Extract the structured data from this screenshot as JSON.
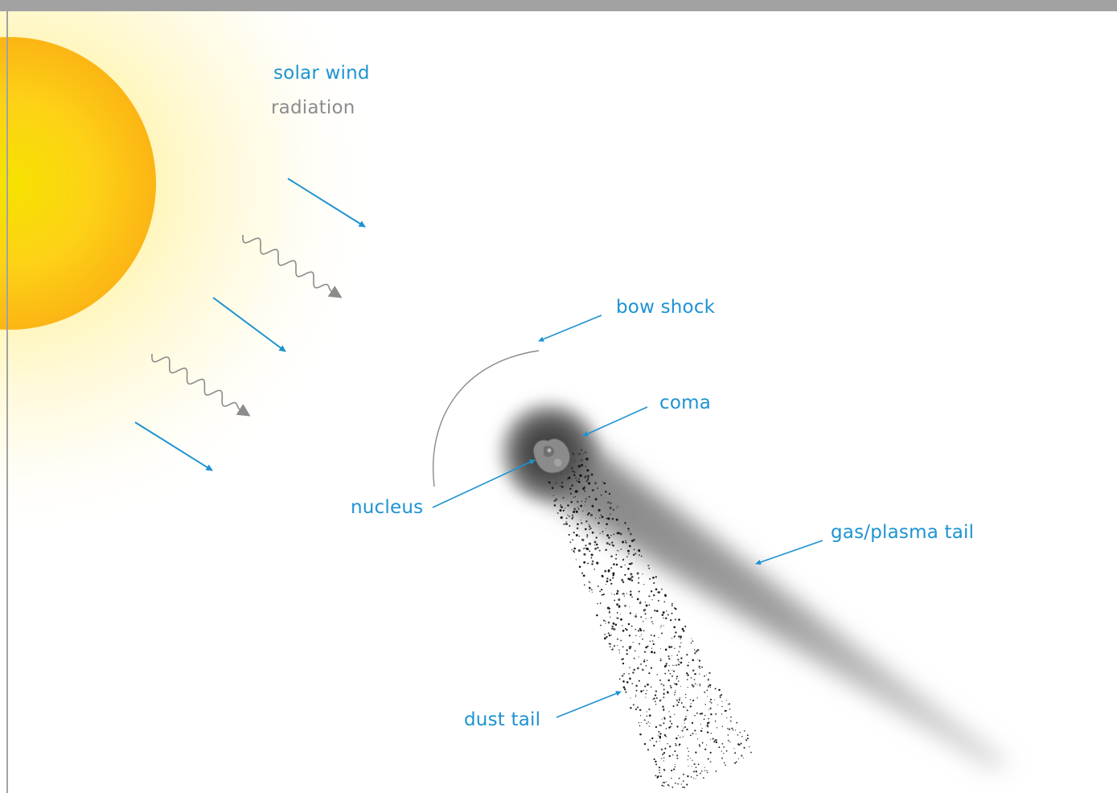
{
  "labels": {
    "solar_wind": "solar wind",
    "radiation": "radiation",
    "bow_shock": "bow shock",
    "coma": "coma",
    "nucleus": "nucleus",
    "gas_plasma_tail": "gas/plasma tail",
    "dust_tail": "dust tail"
  },
  "colors": {
    "label_blue": "#1d93d2",
    "label_gray": "#8c8c8c",
    "sun_core": "#f6e200",
    "sun_edge": "#fdb913",
    "border": "#a2a2a2",
    "comet_gray": "#6b6b6b"
  }
}
